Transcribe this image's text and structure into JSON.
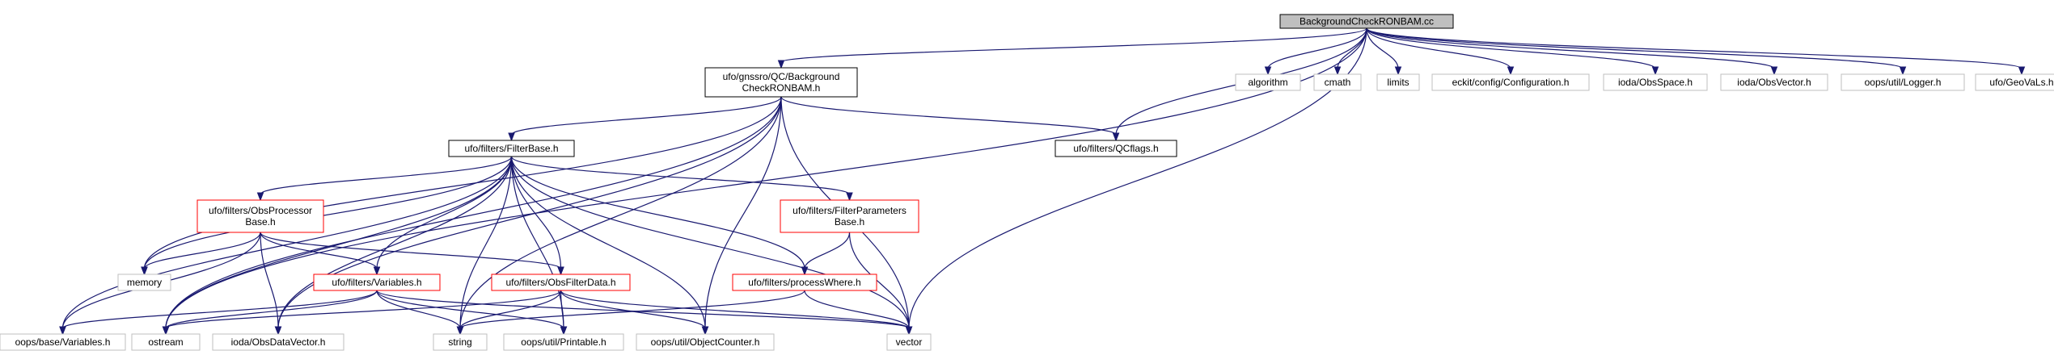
{
  "colors": {
    "edge": "#191970",
    "root_fill": "#bfbfbf",
    "border_default": "#000000",
    "border_incomplete": "#ff0000",
    "border_external": "#bfbfbf",
    "node_fill": "#ffffff"
  },
  "nodes": [
    {
      "id": "root",
      "lines": [
        "BackgroundCheckRONBAM.cc"
      ],
      "style": "root"
    },
    {
      "id": "bgh",
      "lines": [
        "ufo/gnssro/QC/Background",
        "CheckRONBAM.h"
      ],
      "style": "default"
    },
    {
      "id": "algorithm",
      "lines": [
        "algorithm"
      ],
      "style": "external"
    },
    {
      "id": "cmath",
      "lines": [
        "cmath"
      ],
      "style": "external"
    },
    {
      "id": "limits",
      "lines": [
        "limits"
      ],
      "style": "external"
    },
    {
      "id": "eckit",
      "lines": [
        "eckit/config/Configuration.h"
      ],
      "style": "external"
    },
    {
      "id": "obsspace",
      "lines": [
        "ioda/ObsSpace.h"
      ],
      "style": "external"
    },
    {
      "id": "obsvector",
      "lines": [
        "ioda/ObsVector.h"
      ],
      "style": "external"
    },
    {
      "id": "logger",
      "lines": [
        "oops/util/Logger.h"
      ],
      "style": "external"
    },
    {
      "id": "geovals",
      "lines": [
        "ufo/GeoVaLs.h"
      ],
      "style": "external"
    },
    {
      "id": "filterbase",
      "lines": [
        "ufo/filters/FilterBase.h"
      ],
      "style": "default"
    },
    {
      "id": "qcflags",
      "lines": [
        "ufo/filters/QCflags.h"
      ],
      "style": "default"
    },
    {
      "id": "obsproc",
      "lines": [
        "ufo/filters/ObsProcessor",
        "Base.h"
      ],
      "style": "incomplete"
    },
    {
      "id": "fparams",
      "lines": [
        "ufo/filters/FilterParameters",
        "Base.h"
      ],
      "style": "incomplete"
    },
    {
      "id": "memory",
      "lines": [
        "memory"
      ],
      "style": "external"
    },
    {
      "id": "variables",
      "lines": [
        "ufo/filters/Variables.h"
      ],
      "style": "incomplete"
    },
    {
      "id": "obsfilterdata",
      "lines": [
        "ufo/filters/ObsFilterData.h"
      ],
      "style": "incomplete"
    },
    {
      "id": "processwhere",
      "lines": [
        "ufo/filters/processWhere.h"
      ],
      "style": "incomplete"
    },
    {
      "id": "oopsvars",
      "lines": [
        "oops/base/Variables.h"
      ],
      "style": "external"
    },
    {
      "id": "ostream",
      "lines": [
        "ostream"
      ],
      "style": "external"
    },
    {
      "id": "obsdatavector",
      "lines": [
        "ioda/ObsDataVector.h"
      ],
      "style": "external"
    },
    {
      "id": "string",
      "lines": [
        "string"
      ],
      "style": "external"
    },
    {
      "id": "printable",
      "lines": [
        "oops/util/Printable.h"
      ],
      "style": "external"
    },
    {
      "id": "objcounter",
      "lines": [
        "oops/util/ObjectCounter.h"
      ],
      "style": "external"
    },
    {
      "id": "vector",
      "lines": [
        "vector"
      ],
      "style": "external"
    }
  ],
  "edges": [
    [
      "root",
      "bgh"
    ],
    [
      "root",
      "algorithm"
    ],
    [
      "root",
      "cmath"
    ],
    [
      "root",
      "limits"
    ],
    [
      "root",
      "eckit"
    ],
    [
      "root",
      "obsspace"
    ],
    [
      "root",
      "obsvector"
    ],
    [
      "root",
      "logger"
    ],
    [
      "root",
      "geovals"
    ],
    [
      "root",
      "qcflags"
    ],
    [
      "root",
      "vector"
    ],
    [
      "root",
      "ostream"
    ],
    [
      "bgh",
      "filterbase"
    ],
    [
      "bgh",
      "qcflags"
    ],
    [
      "bgh",
      "memory"
    ],
    [
      "bgh",
      "ostream"
    ],
    [
      "bgh",
      "string"
    ],
    [
      "bgh",
      "vector"
    ],
    [
      "bgh",
      "objcounter"
    ],
    [
      "bgh",
      "obsdatavector"
    ],
    [
      "filterbase",
      "obsproc"
    ],
    [
      "filterbase",
      "fparams"
    ],
    [
      "filterbase",
      "memory"
    ],
    [
      "filterbase",
      "variables"
    ],
    [
      "filterbase",
      "obsfilterdata"
    ],
    [
      "filterbase",
      "processwhere"
    ],
    [
      "filterbase",
      "oopsvars"
    ],
    [
      "filterbase",
      "ostream"
    ],
    [
      "filterbase",
      "obsdatavector"
    ],
    [
      "filterbase",
      "string"
    ],
    [
      "filterbase",
      "printable"
    ],
    [
      "filterbase",
      "objcounter"
    ],
    [
      "filterbase",
      "vector"
    ],
    [
      "obsproc",
      "memory"
    ],
    [
      "obsproc",
      "variables"
    ],
    [
      "obsproc",
      "obsfilterdata"
    ],
    [
      "obsproc",
      "oopsvars"
    ],
    [
      "obsproc",
      "obsdatavector"
    ],
    [
      "fparams",
      "processwhere"
    ],
    [
      "fparams",
      "vector"
    ],
    [
      "variables",
      "oopsvars"
    ],
    [
      "variables",
      "ostream"
    ],
    [
      "variables",
      "string"
    ],
    [
      "variables",
      "printable"
    ],
    [
      "variables",
      "vector"
    ],
    [
      "obsfilterdata",
      "ostream"
    ],
    [
      "obsfilterdata",
      "string"
    ],
    [
      "obsfilterdata",
      "printable"
    ],
    [
      "obsfilterdata",
      "objcounter"
    ],
    [
      "obsfilterdata",
      "vector"
    ],
    [
      "processwhere",
      "string"
    ],
    [
      "processwhere",
      "vector"
    ]
  ]
}
